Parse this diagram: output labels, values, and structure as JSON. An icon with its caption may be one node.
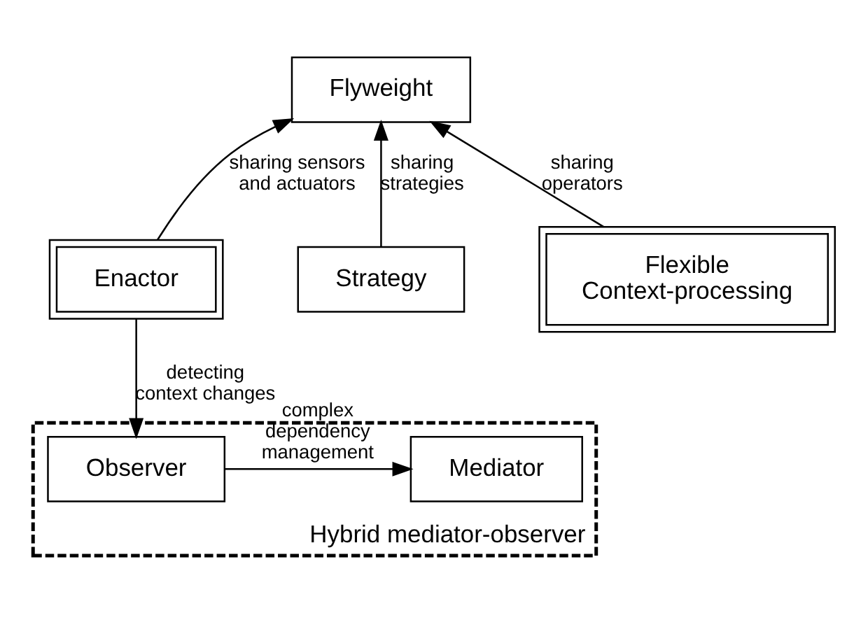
{
  "diagram": {
    "nodes": [
      {
        "text": [
          "Flyweight"
        ]
      },
      {
        "text": [
          "Enactor"
        ]
      },
      {
        "text": [
          "Strategy"
        ]
      },
      {
        "text": [
          "Flexible Context-processing"
        ]
      },
      {
        "text": [
          "Hybrid mediator-observer"
        ]
      },
      {
        "text": [
          "Observer"
        ],
        "in": 4
      },
      {
        "text": [
          "Mediator"
        ],
        "in": 4
      }
    ],
    "edges": [
      {
        "from": 1,
        "to": 0,
        "arrow": "to",
        "label": "sharing sensors and actuators"
      },
      {
        "from": 2,
        "to": 0,
        "arrow": "to",
        "label": "sharing strategies"
      },
      {
        "from": 3,
        "to": 0,
        "arrow": "to",
        "label": "sharing operators"
      },
      {
        "from": 1,
        "to": 5,
        "arrow": "to",
        "label": "detecting context changes"
      },
      {
        "from": 5,
        "to": 6,
        "arrow": "to",
        "label": "complex dependency management"
      }
    ]
  }
}
